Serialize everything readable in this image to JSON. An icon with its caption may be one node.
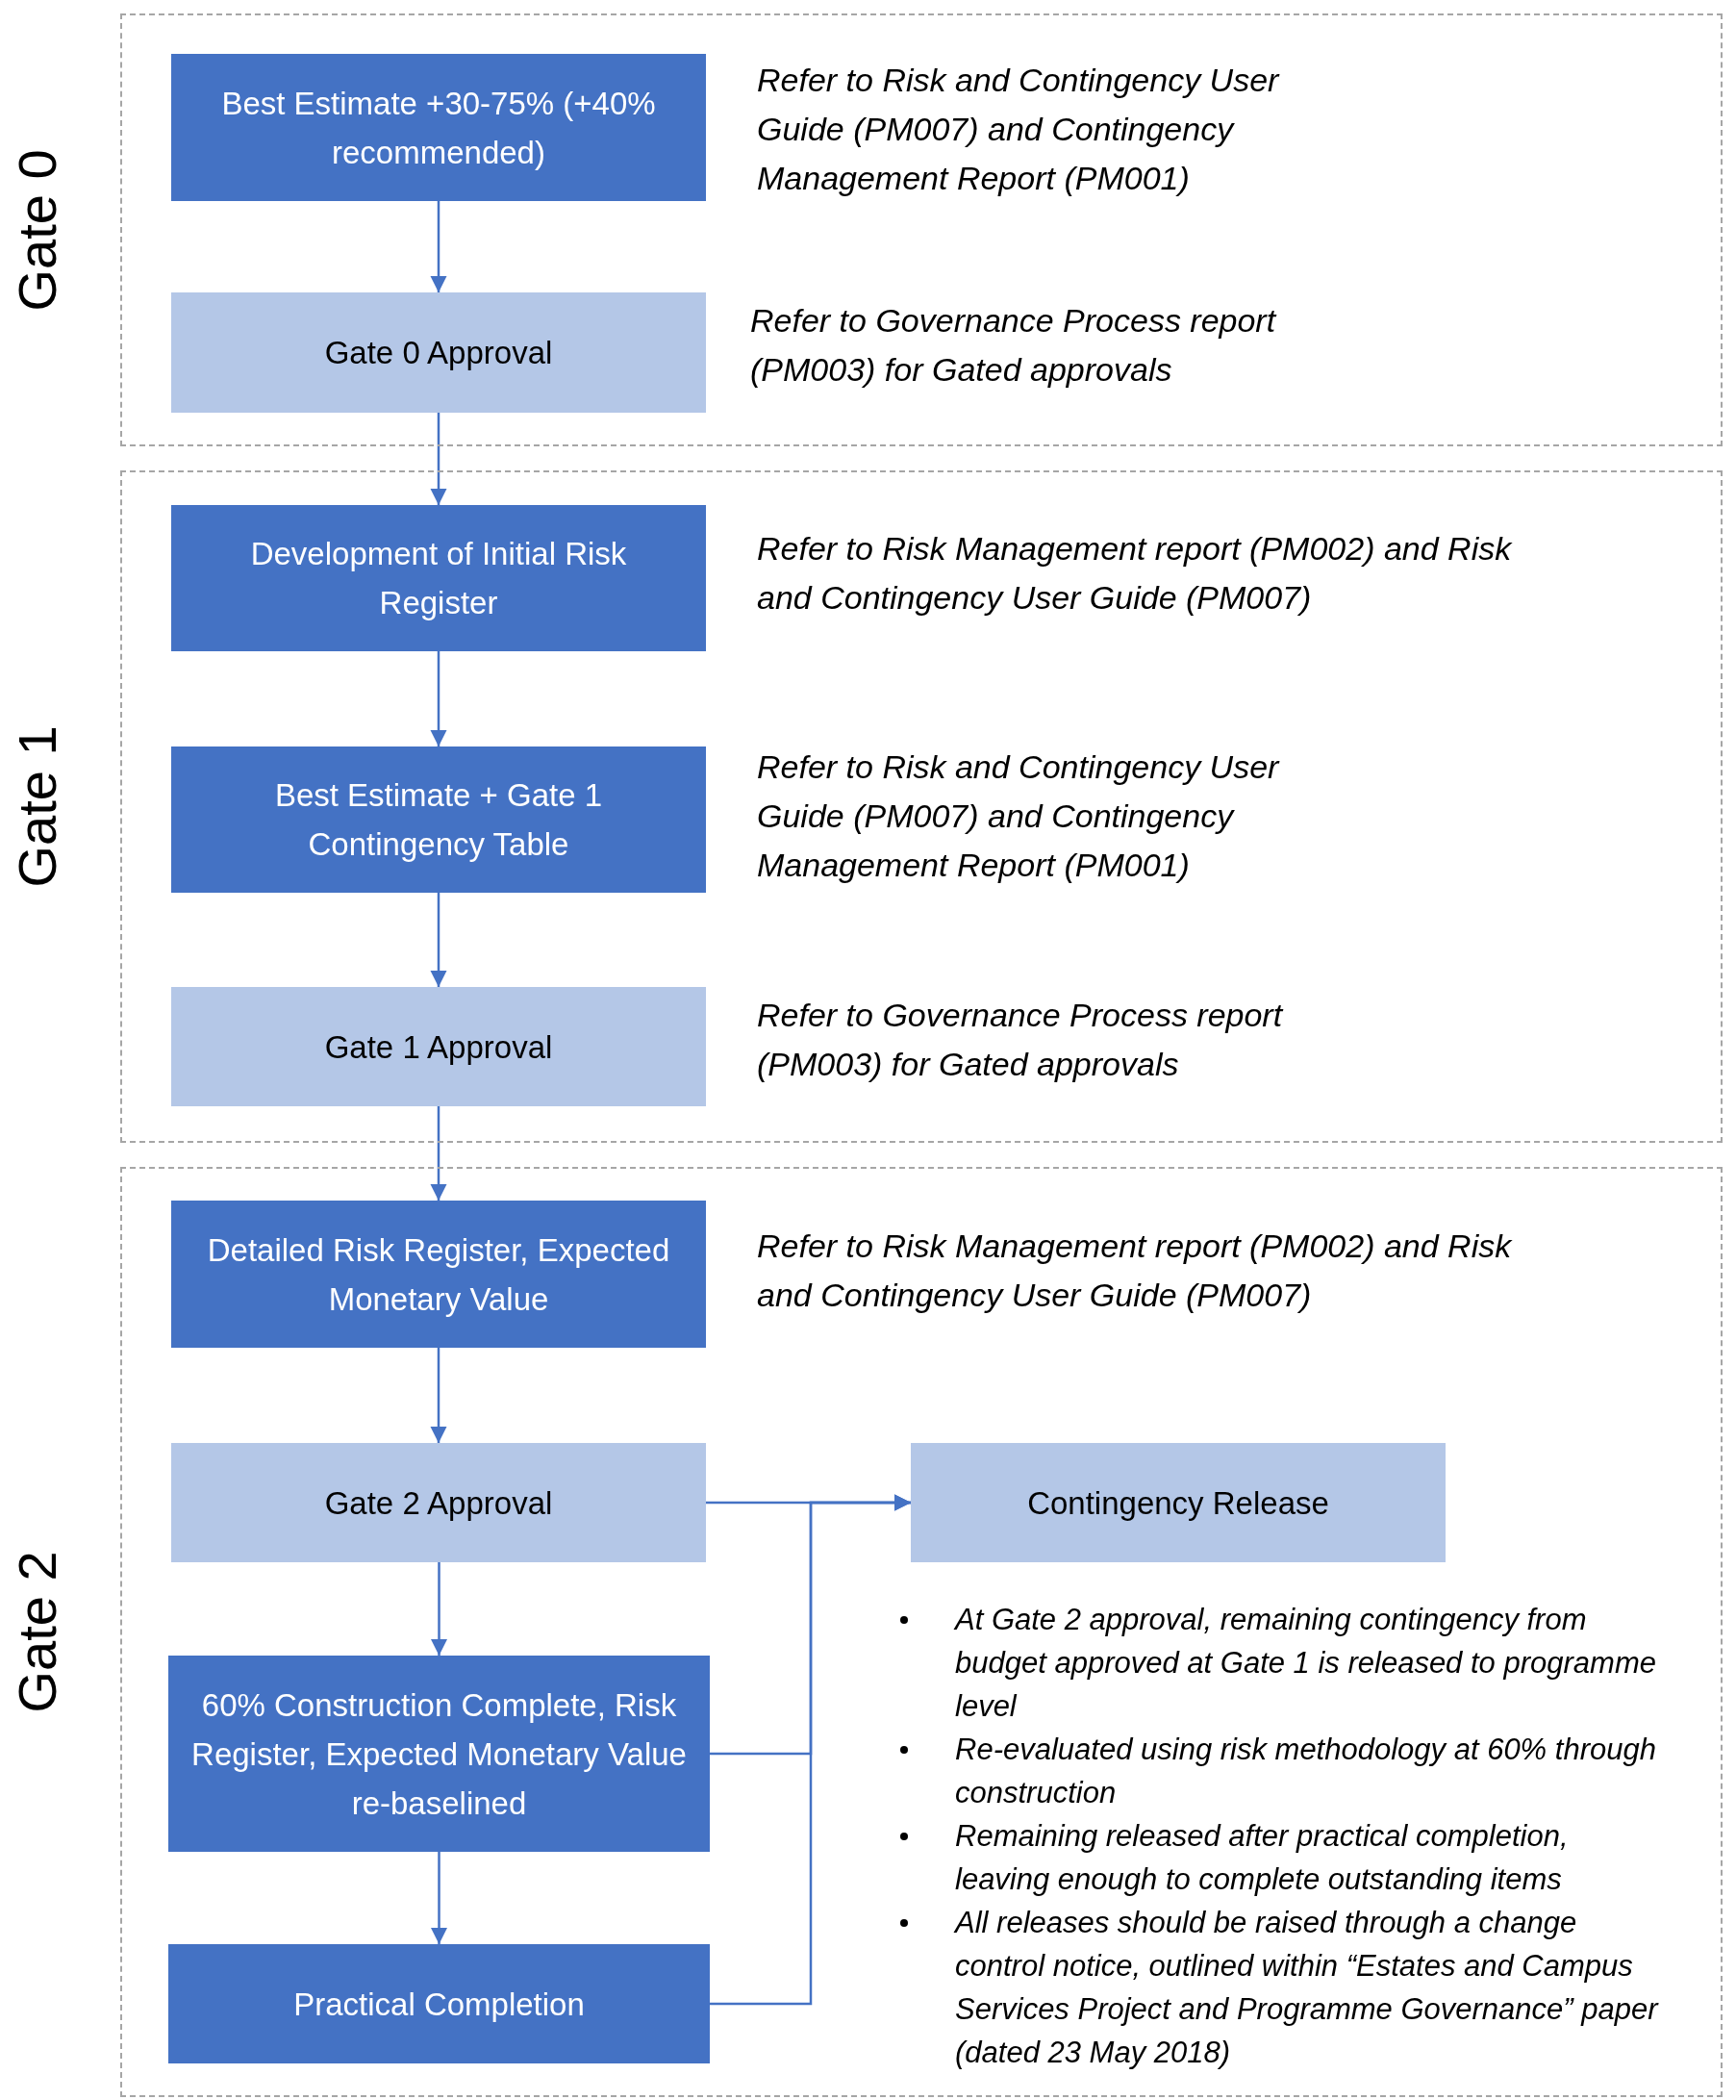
{
  "diagram": {
    "nodes": [
      {
        "text": [
          "Gate 0"
        ]
      },
      {
        "text": [
          "Best Estimate +30-75% (+40% recommended)"
        ],
        "in": 0,
        "beside": [
          "Refer to Risk and Contingency User Guide (PM007) and Contingency Management Report (PM001)"
        ]
      },
      {
        "text": [
          "Gate 0 Approval"
        ],
        "in": 0,
        "beside": [
          "Refer to Governance Process report (PM003) for Gated approvals"
        ]
      },
      {
        "text": [
          "Gate 1"
        ]
      },
      {
        "text": [
          "Development of Initial Risk Register"
        ],
        "in": 3,
        "beside": [
          "Refer to Risk Management report (PM002) and Risk and Contingency User Guide (PM007)"
        ]
      },
      {
        "text": [
          "Best Estimate + Gate 1 Contingency Table"
        ],
        "in": 3,
        "beside": [
          "Refer to Risk and Contingency User Guide (PM007) and Contingency Management Report (PM001)"
        ]
      },
      {
        "text": [
          "Gate 1 Approval"
        ],
        "in": 3,
        "beside": [
          "Refer to Governance Process report (PM003) for Gated approvals"
        ]
      },
      {
        "text": [
          "Gate 2"
        ]
      },
      {
        "text": [
          "Detailed Risk Register, Expected Monetary Value"
        ],
        "in": 7,
        "beside": [
          "Refer to Risk Management report (PM002) and Risk and Contingency User Guide (PM007)"
        ]
      },
      {
        "text": [
          "Gate 2 Approval"
        ],
        "in": 7
      },
      {
        "text": [
          "60% Construction Complete, Risk Register, Expected Monetary Value re-baselined"
        ],
        "in": 7
      },
      {
        "text": [
          "Practical Completion"
        ],
        "in": 7
      },
      {
        "text": [
          "Contingency Release"
        ],
        "in": 7
      }
    ],
    "edges": [
      {
        "from": 1,
        "to": 2,
        "arrow": "to"
      },
      {
        "from": 2,
        "to": 4,
        "arrow": "to"
      },
      {
        "from": 4,
        "to": 5,
        "arrow": "to"
      },
      {
        "from": 5,
        "to": 6,
        "arrow": "to"
      },
      {
        "from": 6,
        "to": 8,
        "arrow": "to"
      },
      {
        "from": 8,
        "to": 9,
        "arrow": "to"
      },
      {
        "from": 9,
        "to": 10,
        "arrow": "to"
      },
      {
        "from": 10,
        "to": 11,
        "arrow": "to"
      },
      {
        "from": 9,
        "to": 12,
        "arrow": "to"
      },
      {
        "from": 10,
        "to": 12,
        "arrow": "to"
      },
      {
        "from": 11,
        "to": 12,
        "arrow": "to"
      }
    ],
    "labels": [
      "At Gate 2 approval, remaining contingency from budget approved at Gate 1 is released to programme level",
      "Re-evaluated using risk methodology at 60% through construction",
      "Remaining released after practical completion, leaving enough to complete outstanding items",
      "All releases should be raised through a change control notice, outlined within “Estates and Campus Services Project and Programme Governance” paper (dated 23 May 2018)"
    ]
  }
}
